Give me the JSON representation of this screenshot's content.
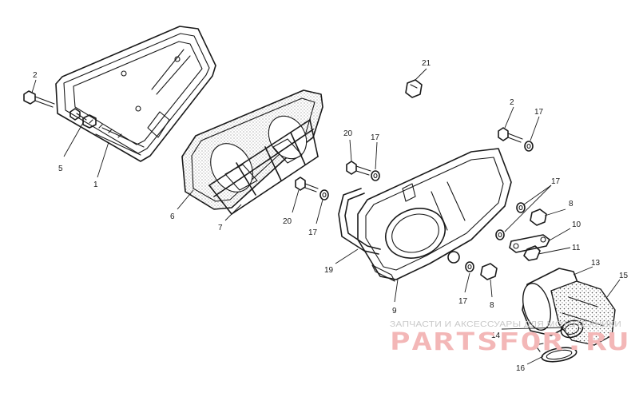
{
  "callouts": [
    {
      "id": "c-2a",
      "label": "2"
    },
    {
      "id": "c-5",
      "label": "5"
    },
    {
      "id": "c-1",
      "label": "1"
    },
    {
      "id": "c-6",
      "label": "6"
    },
    {
      "id": "c-7",
      "label": "7"
    },
    {
      "id": "c-20a",
      "label": "20"
    },
    {
      "id": "c-17a",
      "label": "17"
    },
    {
      "id": "c-20b",
      "label": "20"
    },
    {
      "id": "c-17b",
      "label": "17"
    },
    {
      "id": "c-21",
      "label": "21"
    },
    {
      "id": "c-2b",
      "label": "2"
    },
    {
      "id": "c-17c",
      "label": "17"
    },
    {
      "id": "c-17d",
      "label": "17"
    },
    {
      "id": "c-8a",
      "label": "8"
    },
    {
      "id": "c-10",
      "label": "10"
    },
    {
      "id": "c-11",
      "label": "11"
    },
    {
      "id": "c-19",
      "label": "19"
    },
    {
      "id": "c-9",
      "label": "9"
    },
    {
      "id": "c-17e",
      "label": "17"
    },
    {
      "id": "c-8b",
      "label": "8"
    },
    {
      "id": "c-13",
      "label": "13"
    },
    {
      "id": "c-15",
      "label": "15"
    },
    {
      "id": "c-14",
      "label": "14"
    },
    {
      "id": "c-16",
      "label": "16"
    }
  ],
  "watermark": {
    "subtitle": "ЗАПЧАСТИ И АКСЕССУАРЫ ДЛЯ МОТОТЕХНИКИ",
    "logo": "PARTSFOR.RU"
  },
  "colors": {
    "line": "#1a1a1a",
    "background": "#ffffff",
    "watermark_logo": "#f3b7b7",
    "watermark_text": "#c9c9c9"
  }
}
